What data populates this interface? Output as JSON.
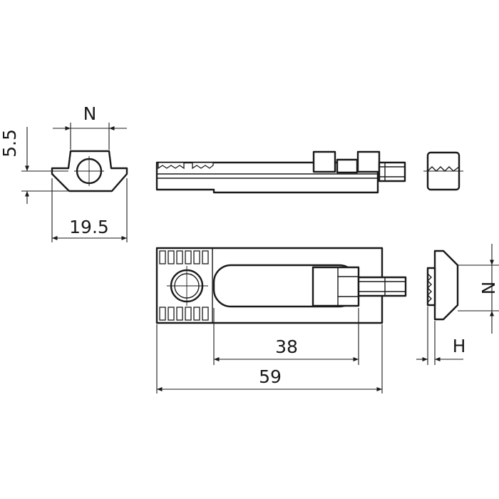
{
  "dimensions": {
    "n_top": "N",
    "height_left": "5.5",
    "width_left": "19.5",
    "length_38": "38",
    "length_59": "59",
    "n_right": "N",
    "h_right": "H"
  },
  "colors": {
    "line": "#1a1a1a",
    "background": "#ffffff"
  }
}
